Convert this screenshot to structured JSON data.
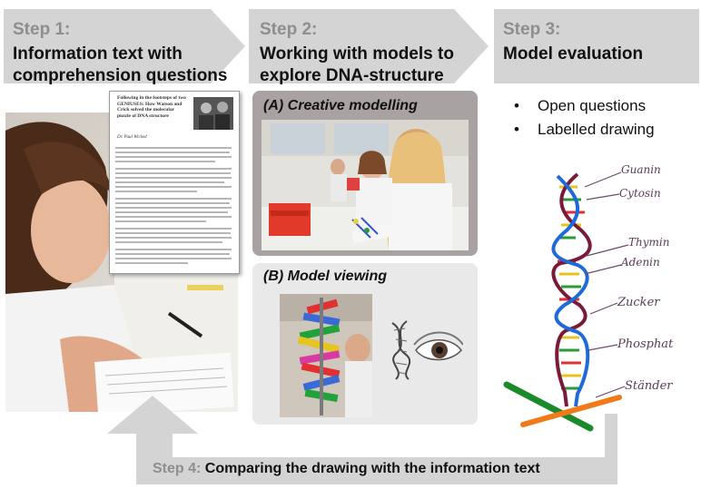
{
  "steps": [
    {
      "number": "Step 1:",
      "title_line1": "Information text with",
      "title_line2": "comprehension questions"
    },
    {
      "number": "Step 2:",
      "title_line1": "Working with models to",
      "title_line2": "explore DNA-structure"
    },
    {
      "number": "Step 3:",
      "title_line1": "Model evaluation",
      "title_line2": ""
    }
  ],
  "panels": {
    "a_title": "(A) Creative modelling",
    "b_title": "(B) Model viewing"
  },
  "step3_bullets": [
    "Open questions",
    "Labelled drawing"
  ],
  "dna_labels": [
    "Guanin",
    "Cytosin",
    "Thymin",
    "Adenin",
    "Zucker",
    "Phosphat",
    "Ständer"
  ],
  "document": {
    "heading": "Following in the footsteps of two GENIUSES: How Watson and Crick solved the molecular puzzle of DNA structure",
    "subheading": "Dr. Paul Wicked"
  },
  "step4": {
    "number": "Step 4:",
    "text": "Comparing the drawing with the information text"
  },
  "colors": {
    "arrow_fill": "#d4d4d4",
    "panel_a_bg": "#a9a2a2",
    "panel_b_bg": "#e9e9e9",
    "step_number": "#8e8e8e"
  }
}
